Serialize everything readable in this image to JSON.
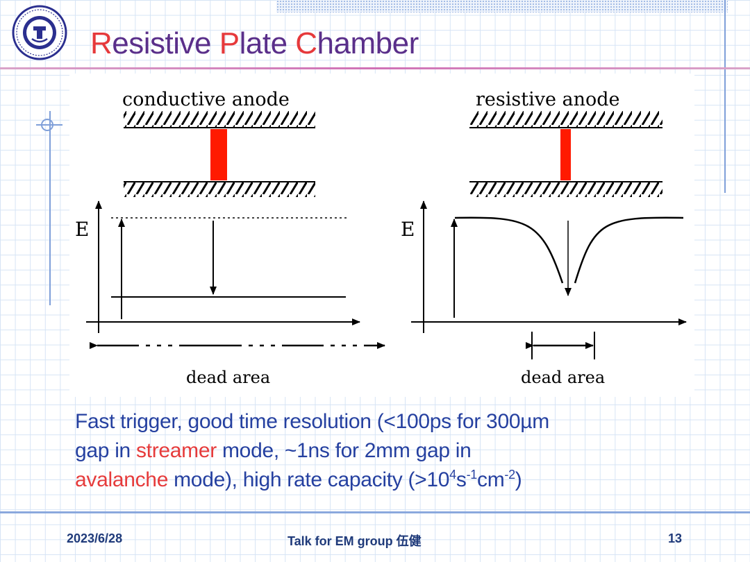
{
  "slide": {
    "title": {
      "first_letters": [
        "R",
        "P",
        "C"
      ],
      "rest": [
        "esistive ",
        "late ",
        "hamber"
      ]
    },
    "diagram": {
      "left_label": "conductive anode",
      "right_label": "resistive anode",
      "axis_label_left": "E",
      "axis_label_right": "E",
      "dead_area_left": "dead area",
      "dead_area_right": "dead area"
    },
    "body": {
      "line1": "Fast trigger, good time resolution (<100ps for 300µm",
      "line2_a": "gap in ",
      "line2_red": "streamer",
      "line2_b": " mode, ~1ns for 2mm gap in",
      "line3_red": "avalanche",
      "line3_a": " mode), high rate capacity (>10",
      "sup1": "4",
      "line3_b": "s",
      "sup2": "-1",
      "line3_c": "cm",
      "sup3": "-2",
      "line3_d": ")"
    },
    "footer": {
      "date": "2023/6/28",
      "talk": "Talk for EM group  伍健",
      "page_number": "13"
    },
    "colors": {
      "title": "#5a2f8a",
      "title_caps": "#e6393b",
      "body_text": "#2540a0",
      "highlight": "#e63b3b",
      "footer": "#1f3a7a",
      "gap_bar": "#ff1a00"
    },
    "logo_icon": "university-seal-icon"
  }
}
